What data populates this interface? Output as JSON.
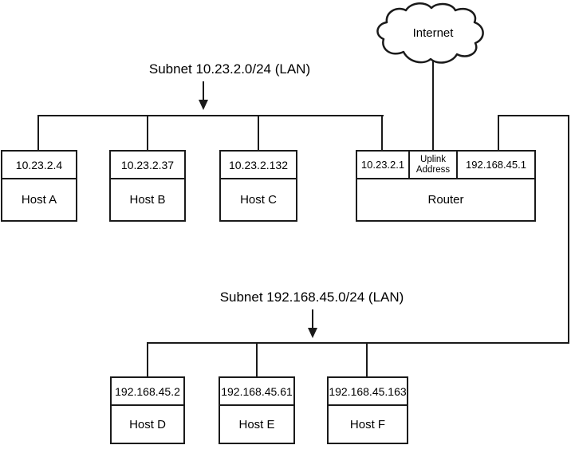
{
  "internet": {
    "label": "Internet"
  },
  "subnet1": {
    "label": "Subnet 10.23.2.0/24 (LAN)"
  },
  "subnet2": {
    "label": "Subnet 192.168.45.0/24 (LAN)"
  },
  "hosts_top": [
    {
      "ip": "10.23.2.4",
      "name": "Host A"
    },
    {
      "ip": "10.23.2.37",
      "name": "Host B"
    },
    {
      "ip": "10.23.2.132",
      "name": "Host C"
    }
  ],
  "router": {
    "lan1_ip": "10.23.2.1",
    "uplink_line1": "Uplink",
    "uplink_line2": "Address",
    "lan2_ip": "192.168.45.1",
    "name": "Router"
  },
  "hosts_bottom": [
    {
      "ip": "192.168.45.2",
      "name": "Host D"
    },
    {
      "ip": "192.168.45.61",
      "name": "Host E"
    },
    {
      "ip": "192.168.45.163",
      "name": "Host F"
    }
  ],
  "colors": {
    "line": "#1a1a1a",
    "background": "#ffffff"
  }
}
